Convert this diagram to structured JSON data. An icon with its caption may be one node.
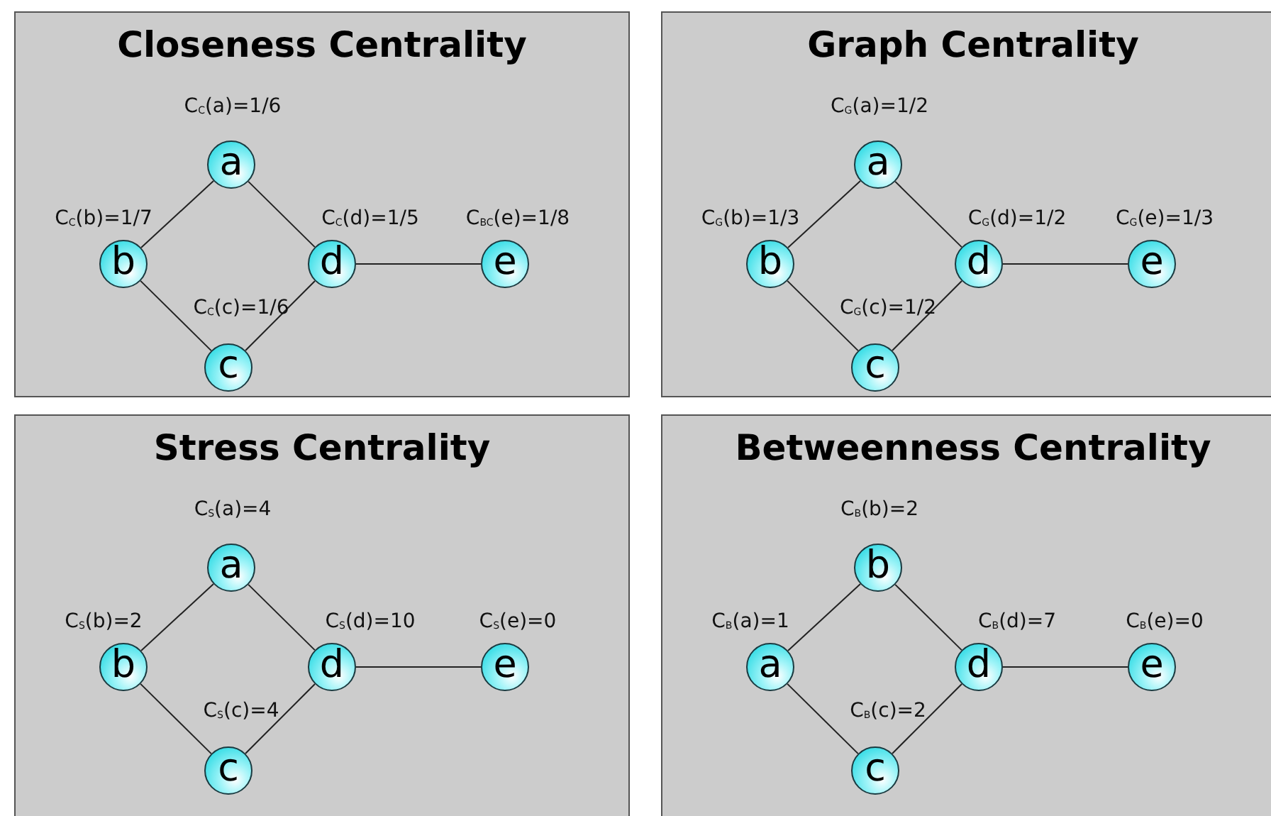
{
  "diagram": {
    "nodes": [
      {
        "text": [
          "Closeness Centrality"
        ]
      },
      {
        "text": [
          "a"
        ],
        "in": 0,
        "beside": [
          "C$_{C}$(a)=1/6"
        ]
      },
      {
        "text": [
          "b"
        ],
        "in": 0,
        "beside": [
          "C$_{C}$(b)=1/7"
        ]
      },
      {
        "text": [
          "d"
        ],
        "in": 0,
        "beside": [
          "C$_{C}$(d)=1/5"
        ]
      },
      {
        "text": [
          "e"
        ],
        "in": 0,
        "beside": [
          "C$_{BC}$(e)=1/8"
        ]
      },
      {
        "text": [
          "c"
        ],
        "in": 0,
        "beside": [
          "C$_{C}$(c)=1/6"
        ]
      },
      {
        "text": [
          "Graph Centrality"
        ]
      },
      {
        "text": [
          "a"
        ],
        "in": 6,
        "beside": [
          "C$_{G}$(a)=1/2"
        ]
      },
      {
        "text": [
          "b"
        ],
        "in": 6,
        "beside": [
          "C$_{G}$(b)=1/3"
        ]
      },
      {
        "text": [
          "d"
        ],
        "in": 6,
        "beside": [
          "C$_{G}$(d)=1/2"
        ]
      },
      {
        "text": [
          "e"
        ],
        "in": 6,
        "beside": [
          "C$_{G}$(e)=1/3"
        ]
      },
      {
        "text": [
          "c"
        ],
        "in": 6,
        "beside": [
          "C$_{G}$(c)=1/2"
        ]
      },
      {
        "text": [
          "Stress Centrality"
        ]
      },
      {
        "text": [
          "a"
        ],
        "in": 12,
        "beside": [
          "C$_{S}$(a)=4"
        ]
      },
      {
        "text": [
          "b"
        ],
        "in": 12,
        "beside": [
          "C$_{S}$(b)=2"
        ]
      },
      {
        "text": [
          "d"
        ],
        "in": 12,
        "beside": [
          "C$_{S}$(d)=10"
        ]
      },
      {
        "text": [
          "e"
        ],
        "in": 12,
        "beside": [
          "C$_{S}$(e)=0"
        ]
      },
      {
        "text": [
          "c"
        ],
        "in": 12,
        "beside": [
          "C$_{S}$(c)=4"
        ]
      },
      {
        "text": [
          "Betweenness Centrality"
        ]
      },
      {
        "text": [
          "b"
        ],
        "in": 18,
        "beside": [
          "C$_{B}$(b)=2"
        ]
      },
      {
        "text": [
          "a"
        ],
        "in": 18,
        "beside": [
          "C$_{B}$(a)=1"
        ]
      },
      {
        "text": [
          "d"
        ],
        "in": 18,
        "beside": [
          "C$_{B}$(d)=7"
        ]
      },
      {
        "text": [
          "e"
        ],
        "in": 18,
        "beside": [
          "C$_{B}$(e)=0"
        ]
      },
      {
        "text": [
          "c"
        ],
        "in": 18,
        "beside": [
          "C$_{B}$(c)=2"
        ]
      }
    ],
    "edges": [
      {
        "from": 1,
        "to": 2,
        "arrow": "none"
      },
      {
        "from": 1,
        "to": 3,
        "arrow": "none"
      },
      {
        "from": 2,
        "to": 5,
        "arrow": "none"
      },
      {
        "from": 3,
        "to": 5,
        "arrow": "none"
      },
      {
        "from": 3,
        "to": 4,
        "arrow": "none"
      },
      {
        "from": 7,
        "to": 8,
        "arrow": "none"
      },
      {
        "from": 7,
        "to": 9,
        "arrow": "none"
      },
      {
        "from": 8,
        "to": 11,
        "arrow": "none"
      },
      {
        "from": 9,
        "to": 11,
        "arrow": "none"
      },
      {
        "from": 9,
        "to": 10,
        "arrow": "none"
      },
      {
        "from": 13,
        "to": 14,
        "arrow": "none"
      },
      {
        "from": 13,
        "to": 15,
        "arrow": "none"
      },
      {
        "from": 14,
        "to": 17,
        "arrow": "none"
      },
      {
        "from": 15,
        "to": 17,
        "arrow": "none"
      },
      {
        "from": 15,
        "to": 16,
        "arrow": "none"
      },
      {
        "from": 19,
        "to": 20,
        "arrow": "none"
      },
      {
        "from": 19,
        "to": 21,
        "arrow": "none"
      },
      {
        "from": 20,
        "to": 23,
        "arrow": "none"
      },
      {
        "from": 21,
        "to": 23,
        "arrow": "none"
      },
      {
        "from": 21,
        "to": 22,
        "arrow": "none"
      }
    ]
  }
}
